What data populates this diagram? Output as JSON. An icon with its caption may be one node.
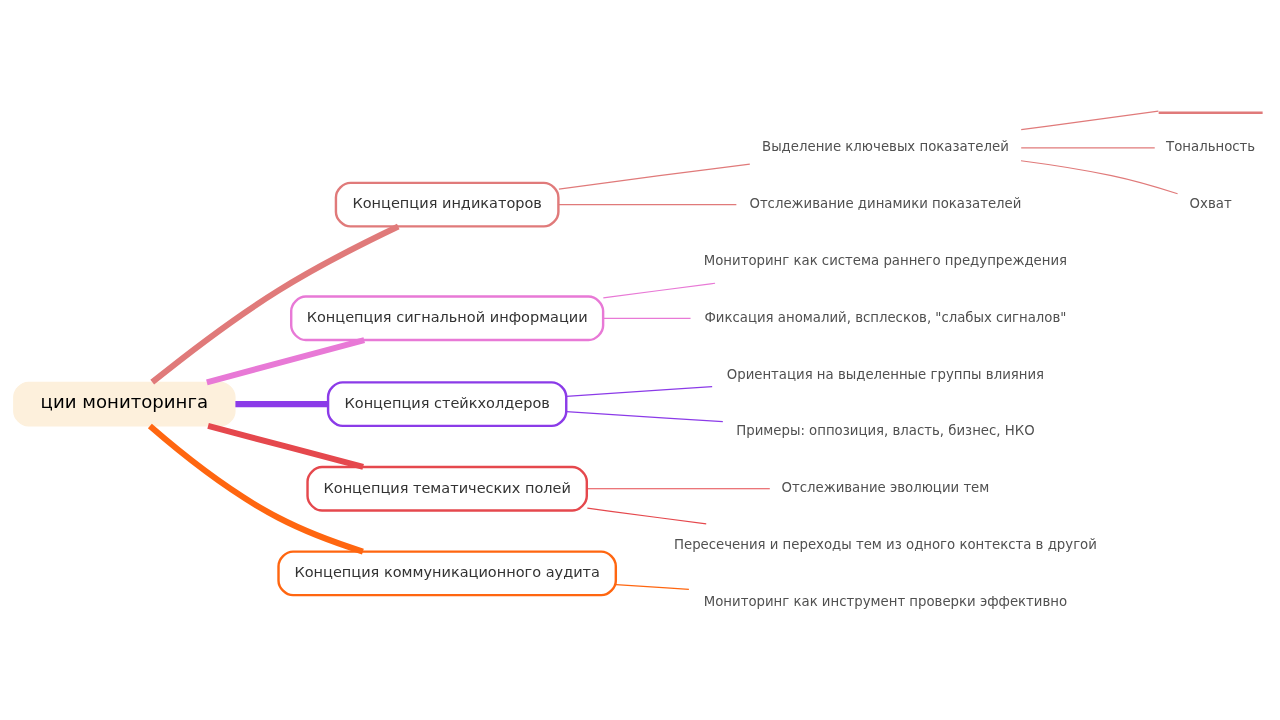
{
  "diagram": {
    "nodes": [
      {
        "text": [
          "ции мониторинга"
        ]
      },
      {
        "text": [
          "Концепция индикаторов"
        ]
      },
      {
        "text": [
          "Выделение ключевых показателей"
        ]
      },
      {
        "text": [],
        "shape": "bar"
      },
      {
        "text": [
          "Тональность"
        ]
      },
      {
        "text": [
          "Охват"
        ]
      },
      {
        "text": [
          "Отслеживание динамики показателей"
        ]
      },
      {
        "text": [
          "Концепция сигнальной информации"
        ]
      },
      {
        "text": [
          "Мониторинг как система раннего предупреждения"
        ]
      },
      {
        "text": [
          "Фиксация аномалий, всплесков, \"слабых сигналов\""
        ]
      },
      {
        "text": [
          "Концепция стейкхолдеров"
        ]
      },
      {
        "text": [
          "Ориентация на выделенные группы влияния"
        ]
      },
      {
        "text": [
          "Примеры: оппозиция, власть, бизнес, НКО"
        ]
      },
      {
        "text": [
          "Концепция тематических полей"
        ]
      },
      {
        "text": [
          "Отслеживание эволюции тем"
        ]
      },
      {
        "text": [
          "Пересечения и переходы тем из одного контекста в другой"
        ]
      },
      {
        "text": [
          "Концепция коммуникационного аудита"
        ]
      },
      {
        "text": [
          "Мониторинг как инструмент проверки эффективно"
        ]
      }
    ],
    "edges": [
      {
        "from": 0,
        "to": 1,
        "arrow": "none",
        "style": "thick",
        "color": "#e07a7a"
      },
      {
        "from": 1,
        "to": 2,
        "arrow": "none",
        "color": "#e07a7a"
      },
      {
        "from": 2,
        "to": 3,
        "arrow": "none",
        "color": "#e07a7a"
      },
      {
        "from": 2,
        "to": 4,
        "arrow": "none",
        "color": "#e07a7a"
      },
      {
        "from": 2,
        "to": 5,
        "arrow": "none",
        "color": "#e07a7a"
      },
      {
        "from": 1,
        "to": 6,
        "arrow": "none",
        "color": "#e07a7a"
      },
      {
        "from": 0,
        "to": 7,
        "arrow": "none",
        "style": "thick",
        "color": "#e879d6"
      },
      {
        "from": 7,
        "to": 8,
        "arrow": "none",
        "color": "#e879d6"
      },
      {
        "from": 7,
        "to": 9,
        "arrow": "none",
        "color": "#e879d6"
      },
      {
        "from": 0,
        "to": 10,
        "arrow": "none",
        "style": "thick",
        "color": "#8b3be8"
      },
      {
        "from": 10,
        "to": 11,
        "arrow": "none",
        "color": "#8b3be8"
      },
      {
        "from": 10,
        "to": 12,
        "arrow": "none",
        "color": "#8b3be8"
      },
      {
        "from": 0,
        "to": 13,
        "arrow": "none",
        "style": "thick",
        "color": "#e5484d"
      },
      {
        "from": 13,
        "to": 14,
        "arrow": "none",
        "color": "#e5484d"
      },
      {
        "from": 13,
        "to": 15,
        "arrow": "none",
        "color": "#e5484d"
      },
      {
        "from": 0,
        "to": 16,
        "arrow": "none",
        "style": "thick",
        "color": "#ff6610"
      },
      {
        "from": 16,
        "to": 17,
        "arrow": "none",
        "color": "#ff6610"
      }
    ]
  }
}
